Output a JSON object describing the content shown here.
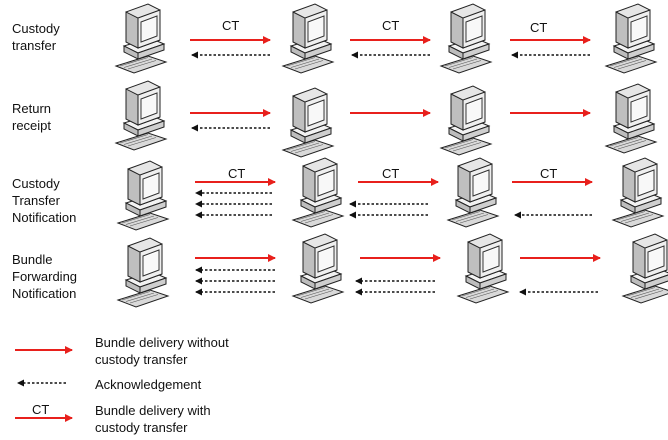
{
  "rows": [
    {
      "label": "Custody\ntransfer",
      "ct_label": "CT"
    },
    {
      "label": "Return\nreceipt"
    },
    {
      "label": "Custody\nTransfer\nNotification",
      "ct_label": "CT"
    },
    {
      "label": "Bundle\nForwarding\nNotification"
    }
  ],
  "legend": {
    "delivery_without_ct": "Bundle delivery without\ncustody transfer",
    "acknowledgement": "Acknowledgement",
    "delivery_with_ct_tag": "CT",
    "delivery_with_ct": "Bundle delivery with\ncustody transfer"
  },
  "colors": {
    "delivery_arrow": "#e8201c",
    "ack_arrow": "#111111",
    "computer_body": "#e8e8e8",
    "computer_outline": "#222222"
  },
  "icons": {
    "node": "desktop-computer-icon"
  }
}
